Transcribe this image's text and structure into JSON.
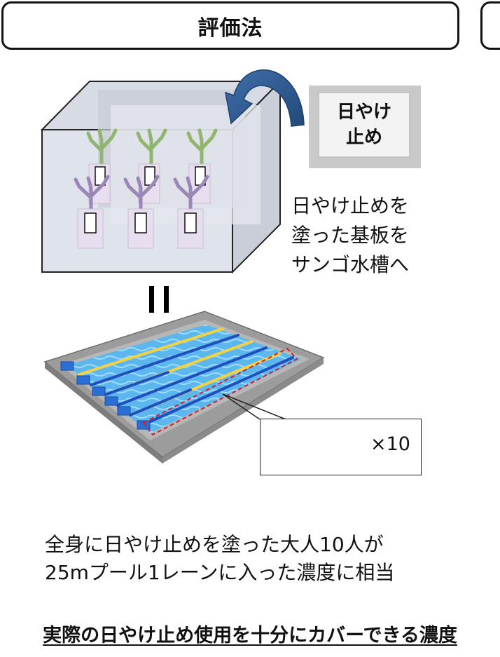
{
  "header": {
    "title": "評価法"
  },
  "tank": {
    "sunscreen_label": [
      "日やけ",
      "止め"
    ],
    "caption": [
      "日やけ止めを",
      "塗った基板を",
      "サンゴ水槽へ"
    ]
  },
  "pool": {
    "multiplier": "×10"
  },
  "description": [
    "全身に日やけ止めを塗った大人10人が",
    "25mプール1レーンに入った濃度に相当"
  ],
  "conclusion": "実際の日やけ止め使用を十分にカバーできる濃度",
  "colors": {
    "arrow": "#2e5d96",
    "water": "#5cb7ef",
    "lane_rope_yellow": "#f2d243",
    "lane_rope_blue": "#1f4fbf",
    "highlight_dash": "#d11f2a",
    "coral_green": "#8fb56e",
    "coral_purple": "#9a87b6"
  }
}
